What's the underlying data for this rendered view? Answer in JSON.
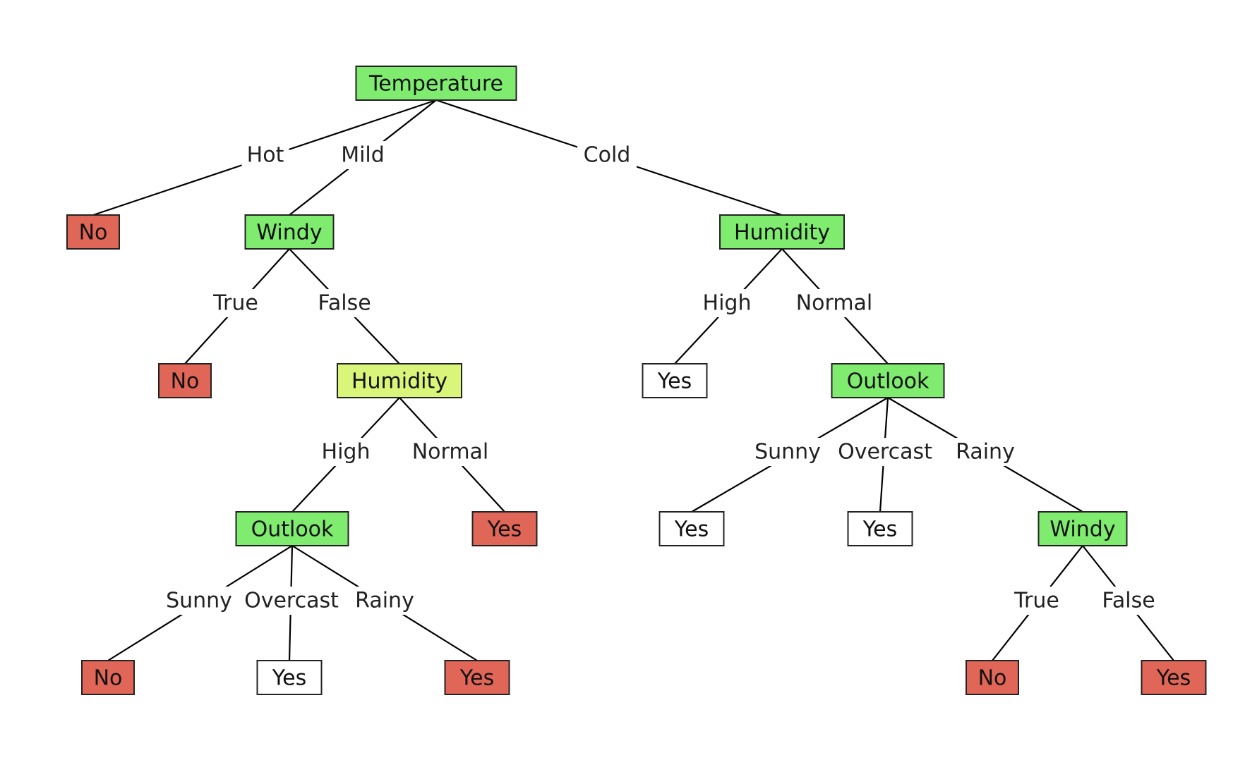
{
  "colors": {
    "attribute": "#7fec6f",
    "attribute_highlight": "#d9f57a",
    "leaf_no": "#e06657",
    "leaf_yes_red": "#e06657",
    "leaf_neutral": "#ffffff"
  },
  "nodes": [
    {
      "id": "n0",
      "label": "Temperature",
      "kind": "attribute"
    },
    {
      "id": "n1",
      "label": "No",
      "kind": "leaf_no"
    },
    {
      "id": "n2",
      "label": "Windy",
      "kind": "attribute"
    },
    {
      "id": "n3",
      "label": "Humidity",
      "kind": "attribute"
    },
    {
      "id": "n4",
      "label": "No",
      "kind": "leaf_no"
    },
    {
      "id": "n5",
      "label": "Humidity",
      "kind": "attribute_highlight"
    },
    {
      "id": "n6",
      "label": "Outlook",
      "kind": "attribute"
    },
    {
      "id": "n7",
      "label": "Yes",
      "kind": "leaf_yes_red"
    },
    {
      "id": "n8",
      "label": "No",
      "kind": "leaf_no"
    },
    {
      "id": "n9",
      "label": "Yes",
      "kind": "leaf_neutral"
    },
    {
      "id": "n10",
      "label": "Yes",
      "kind": "leaf_yes_red"
    },
    {
      "id": "n11",
      "label": "Yes",
      "kind": "leaf_neutral"
    },
    {
      "id": "n12",
      "label": "Outlook",
      "kind": "attribute"
    },
    {
      "id": "n13",
      "label": "Yes",
      "kind": "leaf_neutral"
    },
    {
      "id": "n14",
      "label": "Yes",
      "kind": "leaf_neutral"
    },
    {
      "id": "n15",
      "label": "Windy",
      "kind": "attribute"
    },
    {
      "id": "n16",
      "label": "No",
      "kind": "leaf_no"
    },
    {
      "id": "n17",
      "label": "Yes",
      "kind": "leaf_yes_red"
    }
  ],
  "edges": [
    {
      "from": "n0",
      "to": "n1",
      "label": "Hot"
    },
    {
      "from": "n0",
      "to": "n2",
      "label": "Mild"
    },
    {
      "from": "n0",
      "to": "n3",
      "label": "Cold"
    },
    {
      "from": "n2",
      "to": "n4",
      "label": "True"
    },
    {
      "from": "n2",
      "to": "n5",
      "label": "False"
    },
    {
      "from": "n5",
      "to": "n6",
      "label": "High"
    },
    {
      "from": "n5",
      "to": "n7",
      "label": "Normal"
    },
    {
      "from": "n6",
      "to": "n8",
      "label": "Sunny"
    },
    {
      "from": "n6",
      "to": "n9",
      "label": "Overcast"
    },
    {
      "from": "n6",
      "to": "n10",
      "label": "Rainy"
    },
    {
      "from": "n3",
      "to": "n11",
      "label": "High"
    },
    {
      "from": "n3",
      "to": "n12",
      "label": "Normal"
    },
    {
      "from": "n12",
      "to": "n13",
      "label": "Sunny"
    },
    {
      "from": "n12",
      "to": "n14",
      "label": "Overcast"
    },
    {
      "from": "n12",
      "to": "n15",
      "label": "Rainy"
    },
    {
      "from": "n15",
      "to": "n16",
      "label": "True"
    },
    {
      "from": "n15",
      "to": "n17",
      "label": "False"
    }
  ]
}
